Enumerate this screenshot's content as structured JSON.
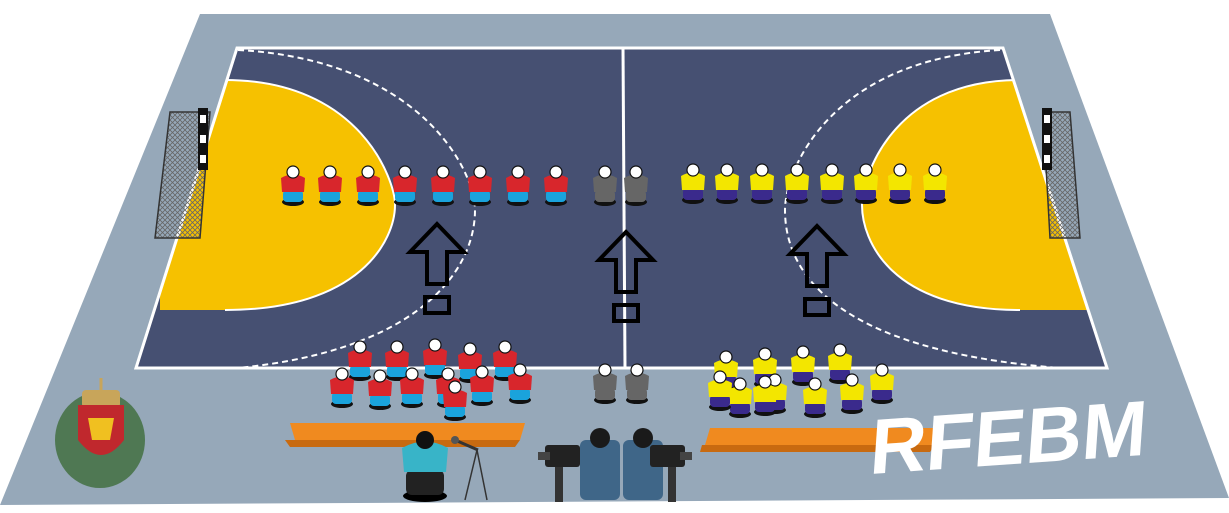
{
  "brand": {
    "logo_text": "RFEBM"
  },
  "colors": {
    "apron": "#96a8b9",
    "court": "#465072",
    "area": "#f6c100",
    "line": "#ffffff",
    "bench": "#f08a1f",
    "red_team_shirt": "#d8262c",
    "red_team_shorts": "#1aa3dc",
    "yellow_team_shirt": "#f3e600",
    "yellow_team_shorts": "#3a2a8c",
    "referee": "#666666",
    "announcer": "#38b4c8"
  },
  "lineup": {
    "red_team_players": 8,
    "referees": 2,
    "yellow_team_players": 8
  },
  "benches": {
    "red_team_players": 12,
    "referees": 2,
    "yellow_team_players": 11
  },
  "icons": {
    "arrows": "up-arrow-icon",
    "goals": "goal-net-icon",
    "crest": "crest-icon",
    "cameras": "camera-operator-icon",
    "microphone": "microphone-icon"
  }
}
